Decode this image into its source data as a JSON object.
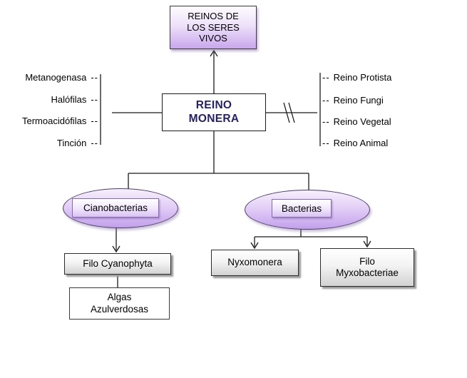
{
  "dash": "--",
  "nodes": {
    "title": "REINOS DE\nLOS SERES\nVIVOS",
    "root": "REINO\nMONERA",
    "group_left": "Cianobacterias",
    "group_right": "Bacterias",
    "filo_cyanophyta": "Filo Cyanophyta",
    "algas": "Algas\nAzulverdosas",
    "nyxomonera": "Nyxomonera",
    "filo_myxobacteriae": "Filo\nMyxobacteriae"
  },
  "left_terms": [
    "Metanogenasa",
    "Halófilas",
    "Termoacidófilas",
    "Tinción"
  ],
  "right_kingdoms": [
    "Reino Protista",
    "Reino Fungi",
    "Reino Vegetal",
    "Reino Animal"
  ],
  "colors": {
    "purple_fill_bottom": "#c9a7ec",
    "purple_fill_top": "#fdfbfe",
    "ellipse_border": "#4c3e68",
    "label_box_border": "#8668ae",
    "root_text": "#262262",
    "gray_fill_bottom": "#d2d2d2",
    "line": "#1a1a1a",
    "background": "#ffffff"
  }
}
